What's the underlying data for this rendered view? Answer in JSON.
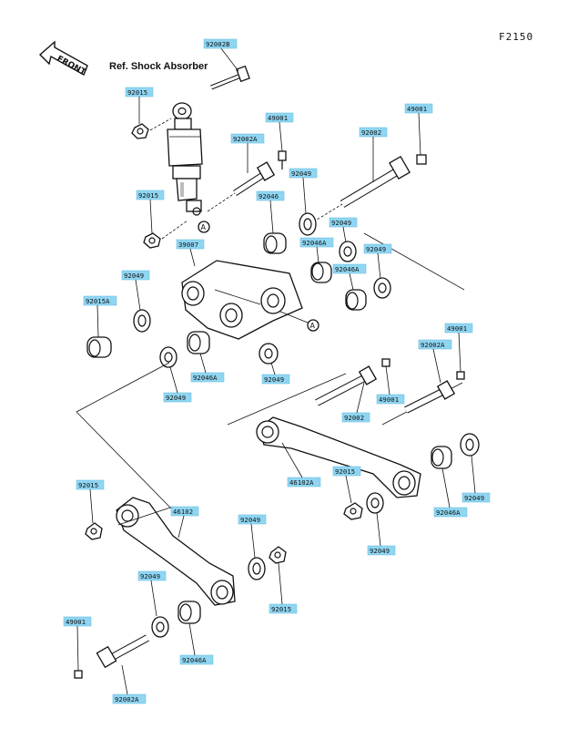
{
  "figure_code": "F2150",
  "front_label": "FRONT",
  "ref_text": "Ref. Shock Absorber",
  "labels": {
    "l_92002b": "92002B",
    "l_92015_top": "92015",
    "l_49001_a": "49001",
    "l_92002a_a": "92002A",
    "l_49001_b": "49001",
    "l_92002_a": "92002",
    "l_92049_a": "92049",
    "l_92015_b": "92015",
    "l_92046_a": "92046",
    "l_39007": "39007",
    "l_92046a_a": "92046A",
    "l_92049_b": "92049",
    "l_92049_c": "92049",
    "l_92046a_b": "92046A",
    "l_92049_d": "92049",
    "l_92015a": "92015A",
    "l_92046a_c": "92046A",
    "l_92049_e": "92049",
    "l_92049_f": "92049",
    "l_49001_c": "49001",
    "l_92002a_b": "92002A",
    "l_49001_d": "49001",
    "l_92002_b": "92002",
    "l_46102a": "46102A",
    "l_92015_c": "92015",
    "l_92046a_d": "92046A",
    "l_92049_g": "92049",
    "l_92049_h": "92049",
    "l_92015_d": "92015",
    "l_46102": "46102",
    "l_92049_i": "92049",
    "l_92049_j": "92049",
    "l_92015_e": "92015",
    "l_49001_e": "49001",
    "l_92046a_e": "92046A",
    "l_92002a_c": "92002A"
  },
  "ref_marks": {
    "a1": "A",
    "a2": "A"
  }
}
